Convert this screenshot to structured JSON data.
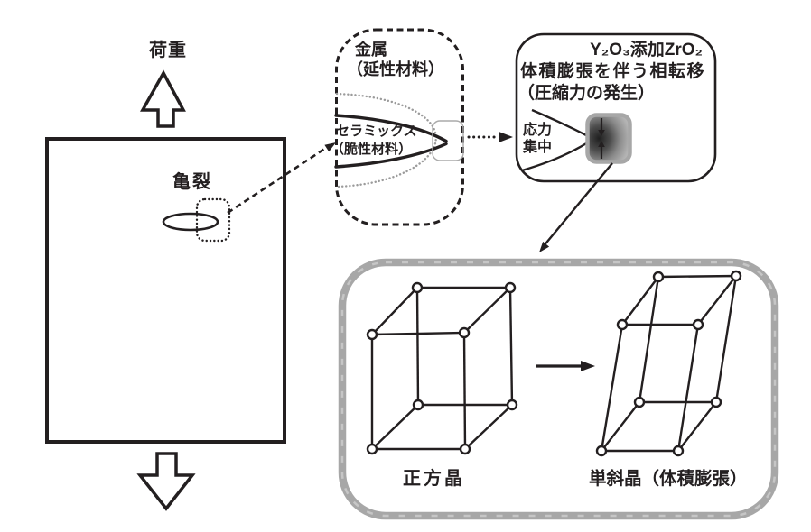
{
  "diagram": {
    "specimen": {
      "load_label": "荷重",
      "crack_label": "亀裂"
    },
    "composite_panel": {
      "metal_label_line1": "金属",
      "metal_label_line2": "（延性材料）",
      "ceramics_label_line1": "セラミックス",
      "ceramics_label_line2": "（脆性材料）"
    },
    "zirconia_panel": {
      "title": "Y₂O₃添加ZrO₂",
      "line2": "体積膨張を伴う相転移",
      "line3": "（圧縮力の発生）",
      "stress_label_line1": "応力",
      "stress_label_line2": "集中"
    },
    "crystal_panel": {
      "tetragonal_label": "正方晶",
      "monoclinic_label": "単斜晶（体積膨張）"
    },
    "colors": {
      "ink": "#231f20",
      "panel_gray": "#a7a7a7",
      "dot_gray": "#9b9b9b"
    }
  }
}
